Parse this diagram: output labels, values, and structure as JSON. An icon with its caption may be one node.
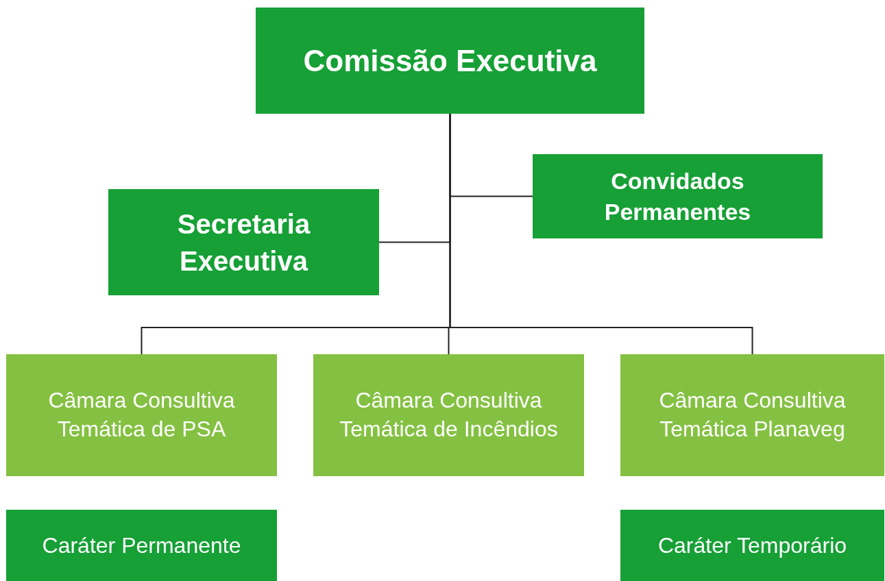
{
  "diagram": {
    "nodes": [
      {
        "text": [
          "Comissão Executiva"
        ]
      },
      {
        "text": [
          "Convidados Permanentes"
        ]
      },
      {
        "text": [
          "Secretaria Executiva"
        ]
      },
      {
        "text": [
          "Câmara Consultiva Temática de PSA"
        ]
      },
      {
        "text": [
          "Câmara Consultiva Temática de Incêndios"
        ]
      },
      {
        "text": [
          "Câmara Consultiva Temática Planaveg"
        ]
      },
      {
        "text": [
          "Caráter Permanente"
        ]
      },
      {
        "text": [
          "Caráter Temporário"
        ]
      }
    ],
    "edges": [
      {
        "from": 0,
        "to": 1,
        "arrow": "none"
      },
      {
        "from": 0,
        "to": 2,
        "arrow": "none"
      },
      {
        "from": 0,
        "to": 3,
        "arrow": "none"
      },
      {
        "from": 0,
        "to": 4,
        "arrow": "none"
      },
      {
        "from": 0,
        "to": 5,
        "arrow": "none"
      }
    ]
  }
}
